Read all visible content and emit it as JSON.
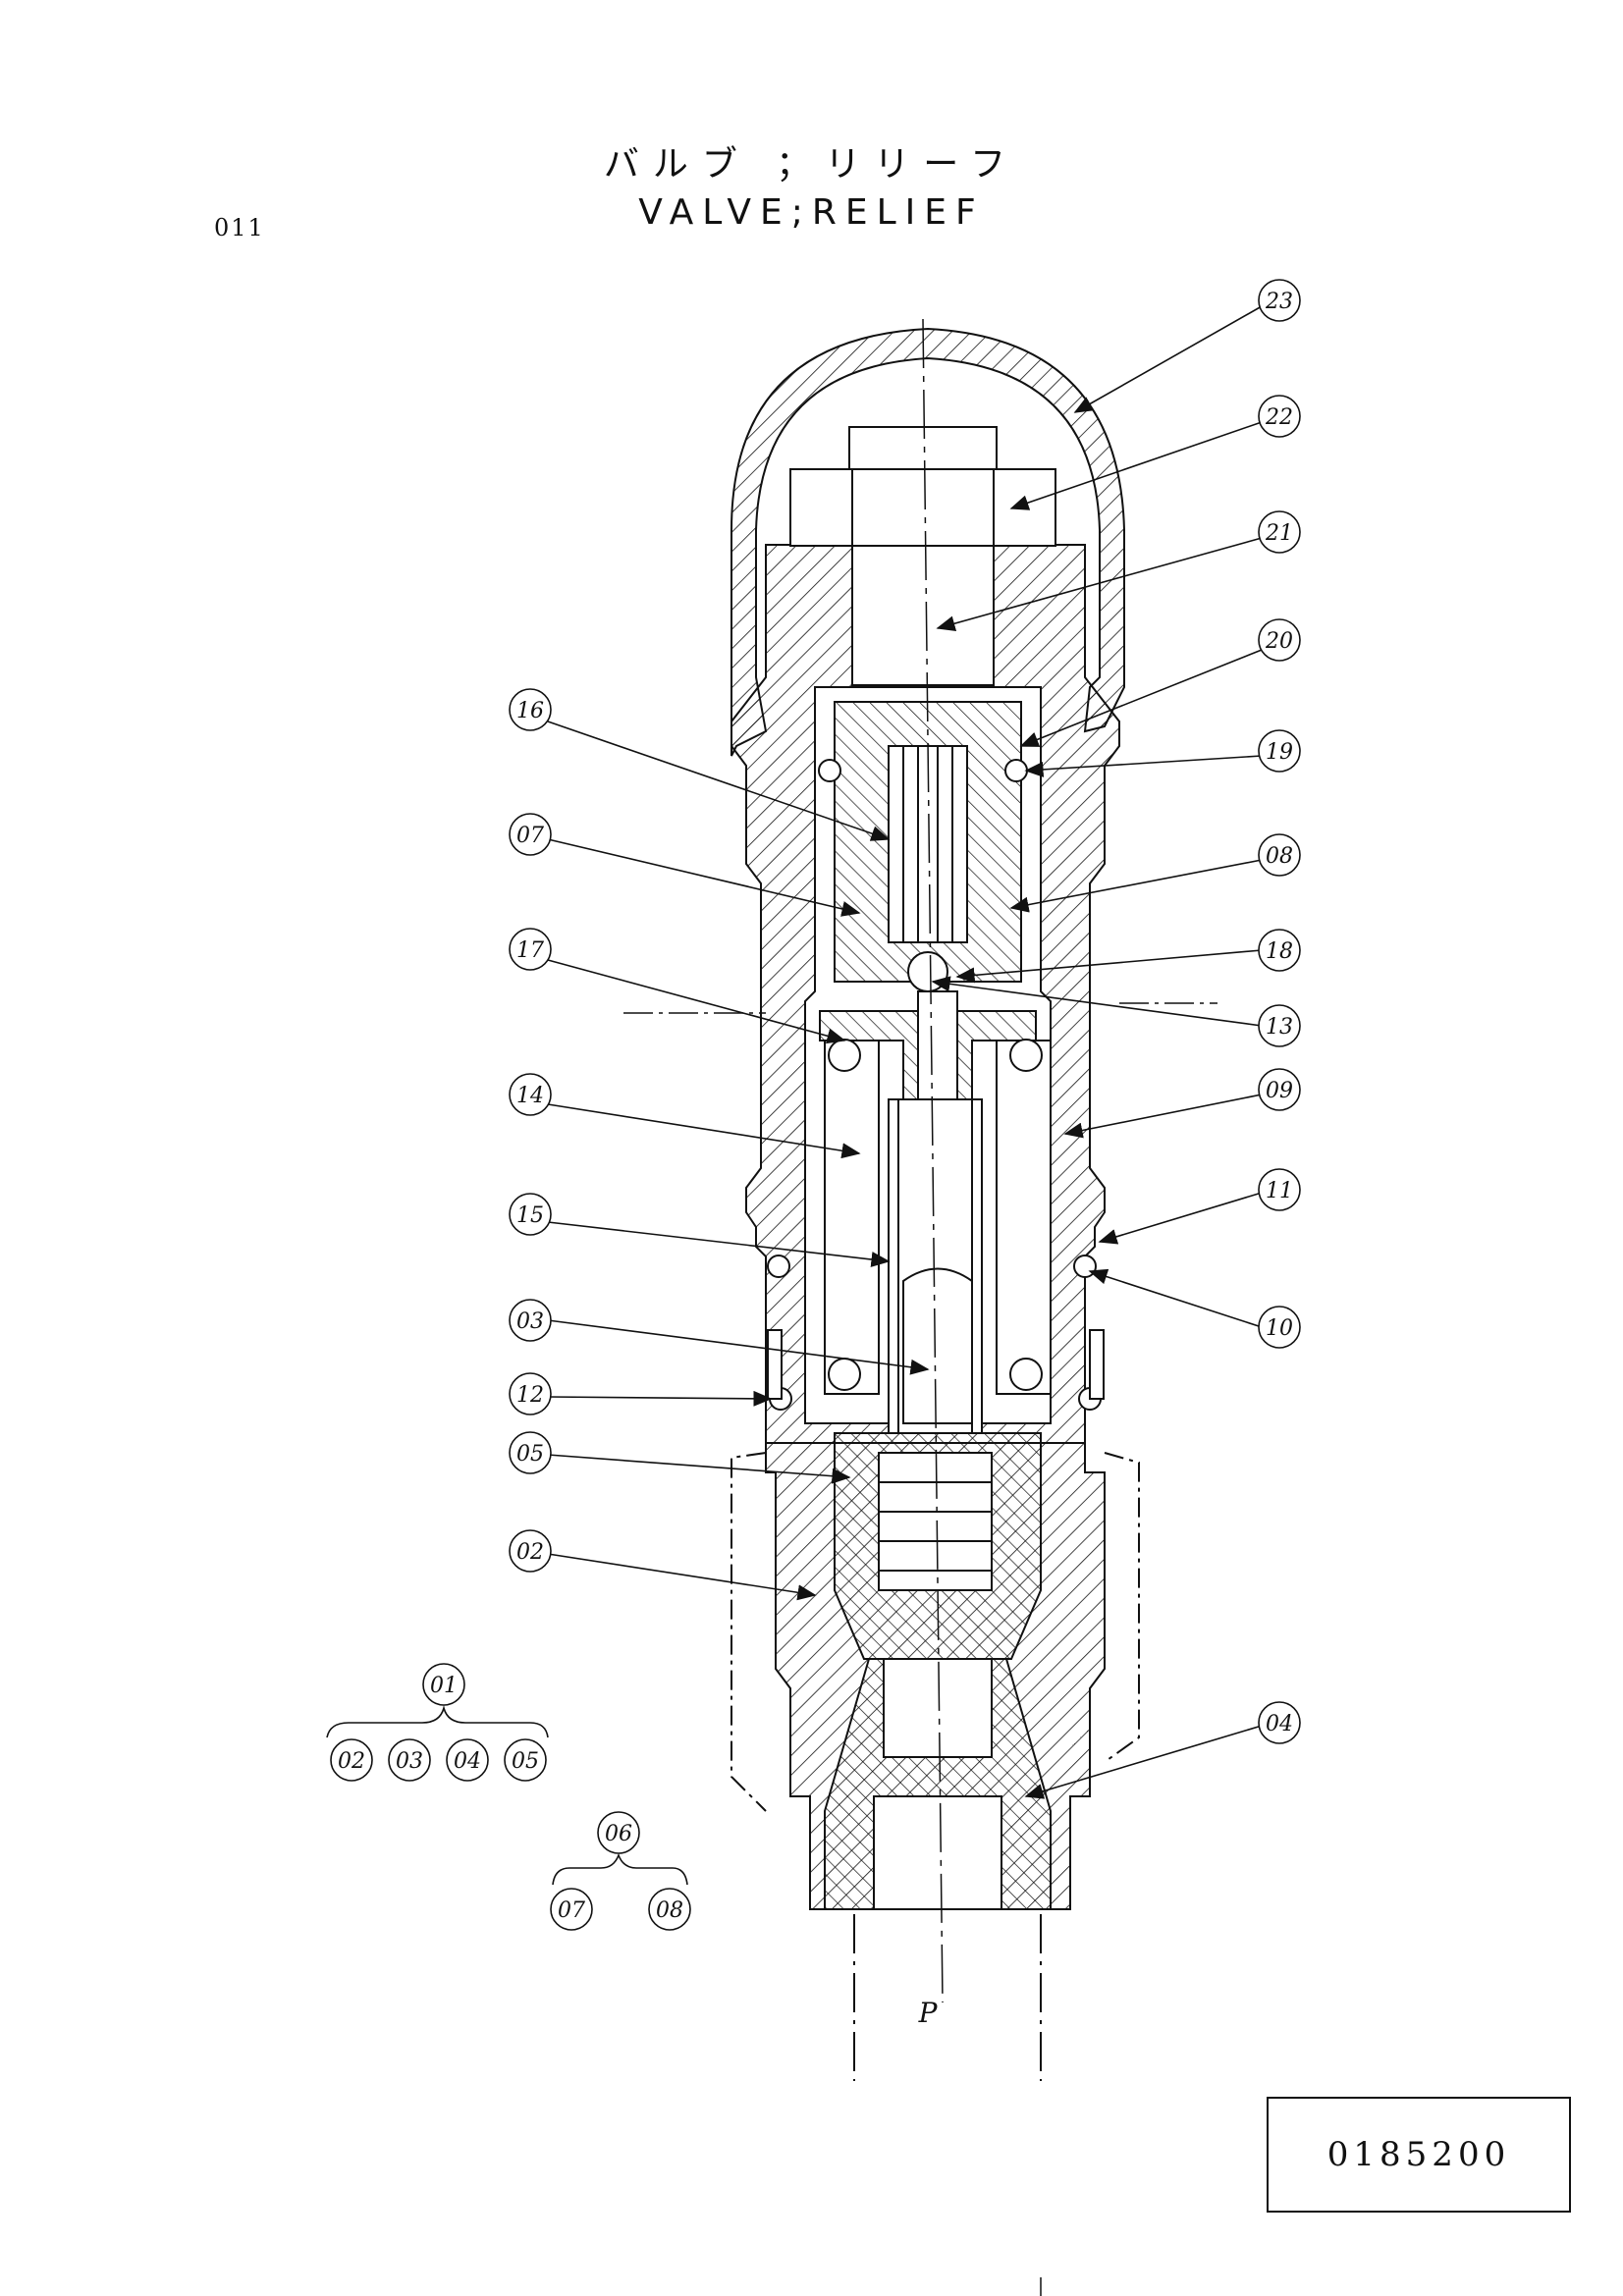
{
  "page_number": "011",
  "title_jp": "バルブ ；リリーフ",
  "title_en": "VALVE;RELIEF",
  "code": "0185200",
  "port_label": "P",
  "callouts": {
    "c01": "01",
    "c02": "02",
    "c03": "03",
    "c04": "04",
    "c05": "05",
    "c06": "06",
    "c07": "07",
    "c08": "08",
    "c09": "09",
    "c10": "10",
    "c11": "11",
    "c12": "12",
    "c13": "13",
    "c14": "14",
    "c15": "15",
    "c16": "16",
    "c17": "17",
    "c18": "18",
    "c19": "19",
    "c20": "20",
    "c21": "21",
    "c22": "22",
    "c23": "23"
  },
  "assembly_groups": [
    {
      "parent": "01",
      "children": [
        "02",
        "03",
        "04",
        "05"
      ]
    },
    {
      "parent": "06",
      "children": [
        "07",
        "08"
      ]
    }
  ]
}
